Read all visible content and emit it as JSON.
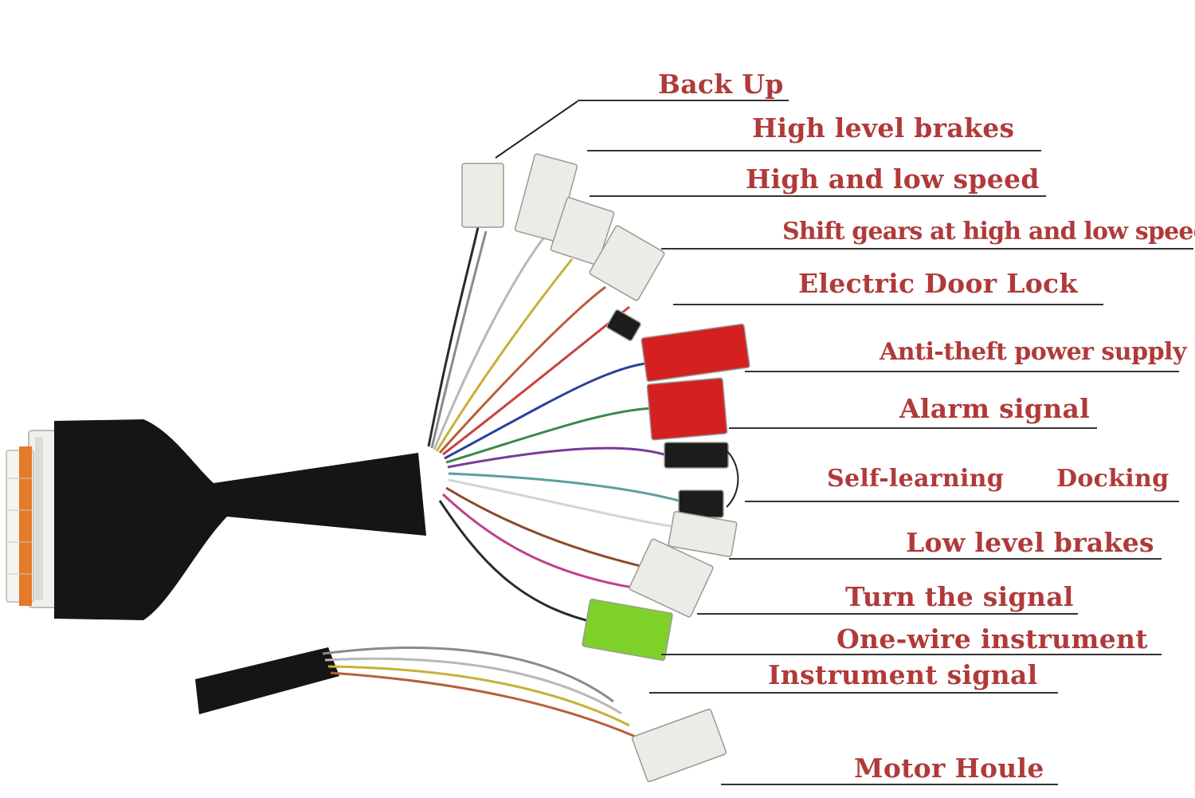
{
  "labels": {
    "back_up": "Back Up",
    "high_level_brakes": "High level brakes",
    "high_and_low_speed": "High and low speed",
    "shift_gears": "Shift gears at high and low speeds",
    "electric_door_lock": "Electric Door Lock",
    "anti_theft_power_supply": "Anti-theft power supply",
    "alarm_signal": "Alarm signal",
    "self_learning": "Self-learning",
    "docking": "Docking",
    "low_level_brakes": "Low level brakes",
    "turn_the_signal": "Turn the signal",
    "one_wire_instrument": "One-wire instrument",
    "instrument_signal": "Instrument signal",
    "motor_houle": "Motor Houle"
  },
  "colors": {
    "label_text": "#b03a3a",
    "leader_line": "#333333",
    "harness_sheath": "#141414",
    "main_connector": "#f1f1ee",
    "main_connector_stripe": "#e57a2a",
    "white_plug": "#ecebe6",
    "red_plug": "#d42020",
    "black_plug": "#1c1c1c",
    "green_plug": "#7fd12a"
  },
  "wire_colors": [
    "#2b2b2b",
    "#8a8a8a",
    "#b8b8b8",
    "#c7b038",
    "#b7603a",
    "#c94040",
    "#2b3f9e",
    "#3a8a4a",
    "#7a3a9a",
    "#5aa09a",
    "#d4d4d4",
    "#8b4a2b",
    "#c04090"
  ]
}
